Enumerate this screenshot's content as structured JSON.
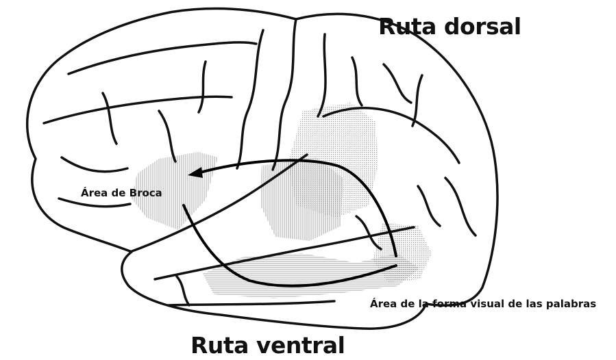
{
  "labels": {
    "dorsal_route": "Ruta dorsal",
    "ventral_route": "Ruta ventral",
    "broca_area": "Área de Broca",
    "visual_word_form_area": "Área de la forma visual de las palabras"
  },
  "colors": {
    "outline": "#111111",
    "region_shading": "#b8b8b8",
    "pathway": "#000000",
    "background": "#ffffff"
  }
}
